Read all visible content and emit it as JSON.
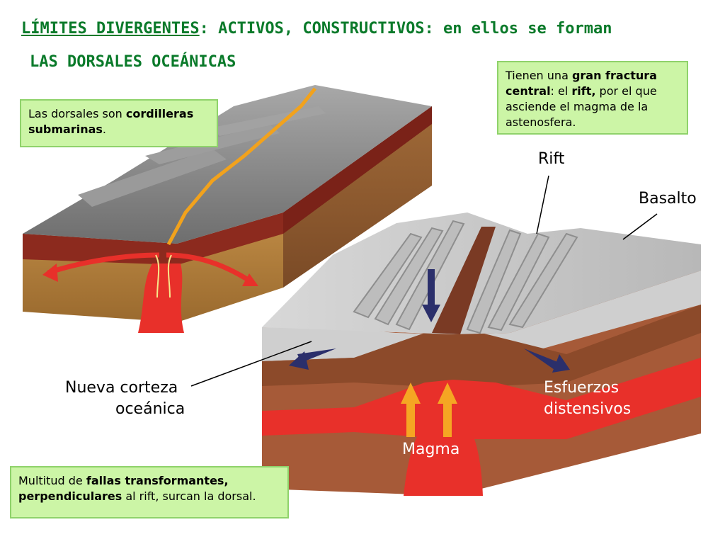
{
  "title": {
    "line1_underlined": "LÍMITES DIVERGENTES",
    "line1_rest": ": ACTIVOS, CONSTRUCTIVOS: en ellos se forman",
    "line2": "LAS DORSALES OCEÁNICAS"
  },
  "boxes": {
    "dorsales": {
      "t1": "Las dorsales son ",
      "b1": "cordilleras submarinas",
      "t2": "."
    },
    "rift": {
      "t1": "Tienen una ",
      "b1": "gran fractura central",
      "t2": ": el ",
      "b2": "rift,",
      "t3": " por el que asciende el magma de la astenosfera."
    },
    "fallas": {
      "t1": "Multitud de ",
      "b1": "fallas transformantes, perpendiculares",
      "t2": " al rift, surcan la dorsal."
    }
  },
  "labels": {
    "rift": "Rift",
    "basalto": "Basalto",
    "corteza_line1": "Nueva corteza",
    "corteza_line2": "oceánica",
    "esfuerzos_line1": "Esfuerzos",
    "esfuerzos_line2": "distensivos",
    "magma": "Magma"
  },
  "colors": {
    "title": "#0a7a2a",
    "box_fill": "#ccf5a6",
    "box_border": "#8fd26b",
    "magma": "#e8302a",
    "crust_gray": "#8a8a8a",
    "sediment": "#b8843e",
    "stress_arrow": "#2b2f6b",
    "rise_arrow": "#f5a623"
  }
}
